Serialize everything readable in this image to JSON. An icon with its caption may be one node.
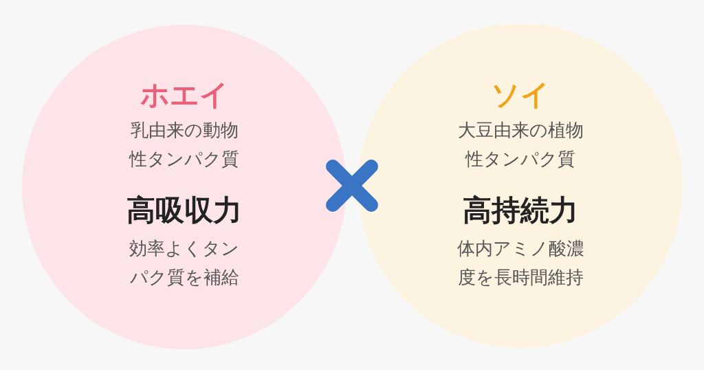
{
  "diagram": {
    "nodes": [
      {
        "text": [
          "ホエイ",
          "乳由来の動物性タンパク質",
          "高吸収力",
          "効率よくタンパク質を補給"
        ]
      },
      {
        "text": [
          "ソイ",
          "大豆由来の植物性タンパク質",
          "高持続力",
          "体内アミノ酸濃度を長時間維持"
        ]
      }
    ]
  }
}
